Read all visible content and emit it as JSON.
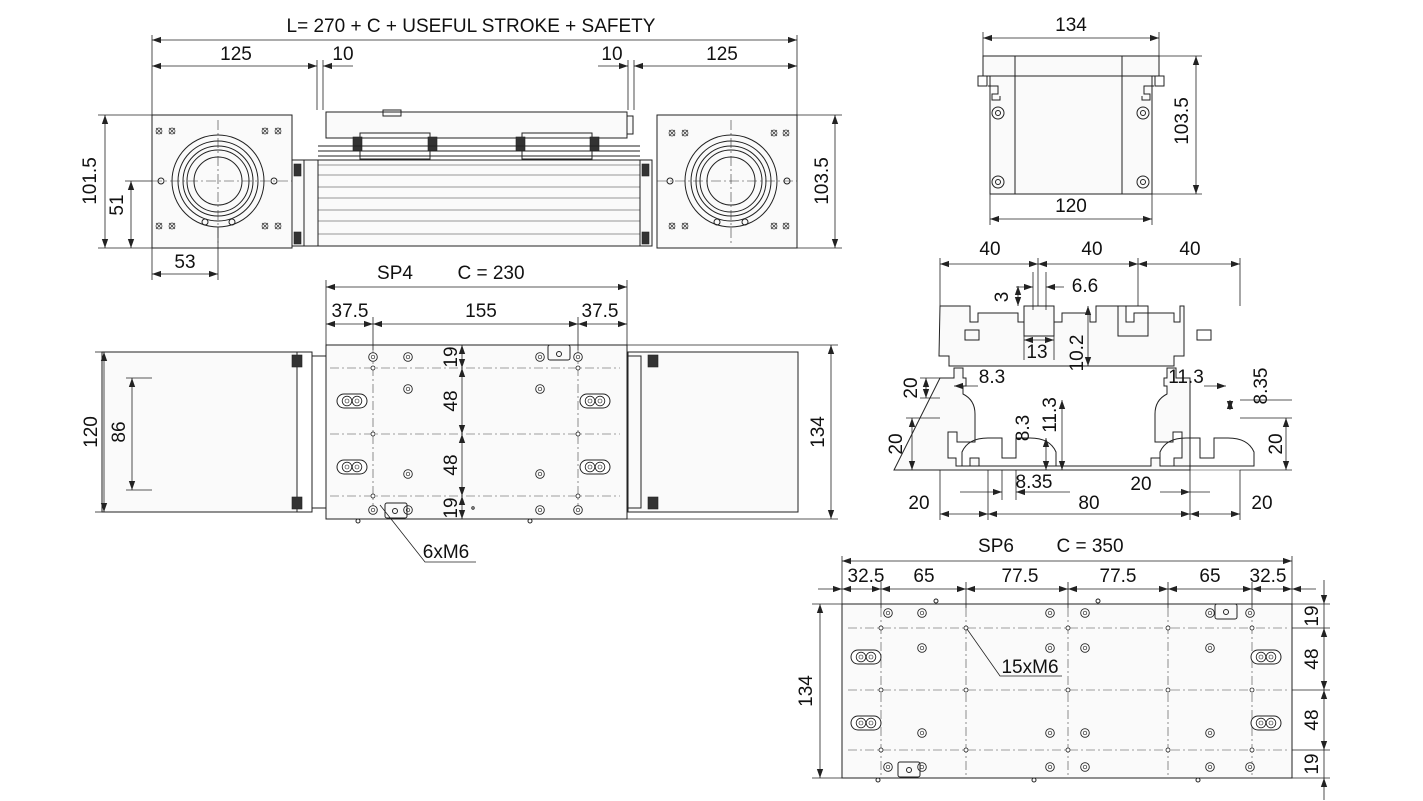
{
  "top_view": {
    "title": "L= 270 + C + USEFUL STROKE + SAFETY",
    "dim_left_125": "125",
    "dim_left_10": "10",
    "dim_right_10": "10",
    "dim_right_125": "125",
    "dim_height_left": "101.5",
    "dim_center_51": "51",
    "dim_center_53": "53",
    "dim_height_right": "103.5"
  },
  "end_view": {
    "dim_width_top": "134",
    "dim_width_bottom": "120",
    "dim_height": "103.5"
  },
  "sp4_view": {
    "label": "SP4",
    "carriage_length": "C = 230",
    "dim_left": "37.5",
    "dim_middle": "155",
    "dim_right": "37.5",
    "dim_row1": "19",
    "dim_row2": "48",
    "dim_row3": "48",
    "dim_row4": "19",
    "dim_height_outer": "120",
    "dim_height_inner": "86",
    "dim_height_carriage": "134",
    "holes_callout": "6xM6"
  },
  "profile_section": {
    "dim_40_a": "40",
    "dim_40_b": "40",
    "dim_40_c": "40",
    "dim_6_6": "6.6",
    "dim_3": "3",
    "dim_13": "13",
    "dim_10_2": "10.2",
    "dim_8_3_left": "8.3",
    "dim_11_3": "11.3",
    "dim_8_35_right": "8.35",
    "dim_20_left_a": "20",
    "dim_20_left_b": "20",
    "dim_8_3_center": "8.3",
    "dim_11_3_center": "11.3",
    "dim_20_right": "20",
    "dim_8_35_bottom": "8.35",
    "dim_20_bottom_mid": "20",
    "dim_20_bottom_left": "20",
    "dim_80": "80",
    "dim_20_bottom_right": "20"
  },
  "sp6_view": {
    "label": "SP6",
    "carriage_length": "C = 350",
    "dim_32_5_left": "32.5",
    "dim_65_left": "65",
    "dim_77_5_a": "77.5",
    "dim_77_5_b": "77.5",
    "dim_65_right": "65",
    "dim_32_5_right": "32.5",
    "dim_height": "134",
    "dim_row1": "19",
    "dim_row2": "48",
    "dim_row3": "48",
    "dim_row4": "19",
    "holes_callout": "15xM6"
  }
}
